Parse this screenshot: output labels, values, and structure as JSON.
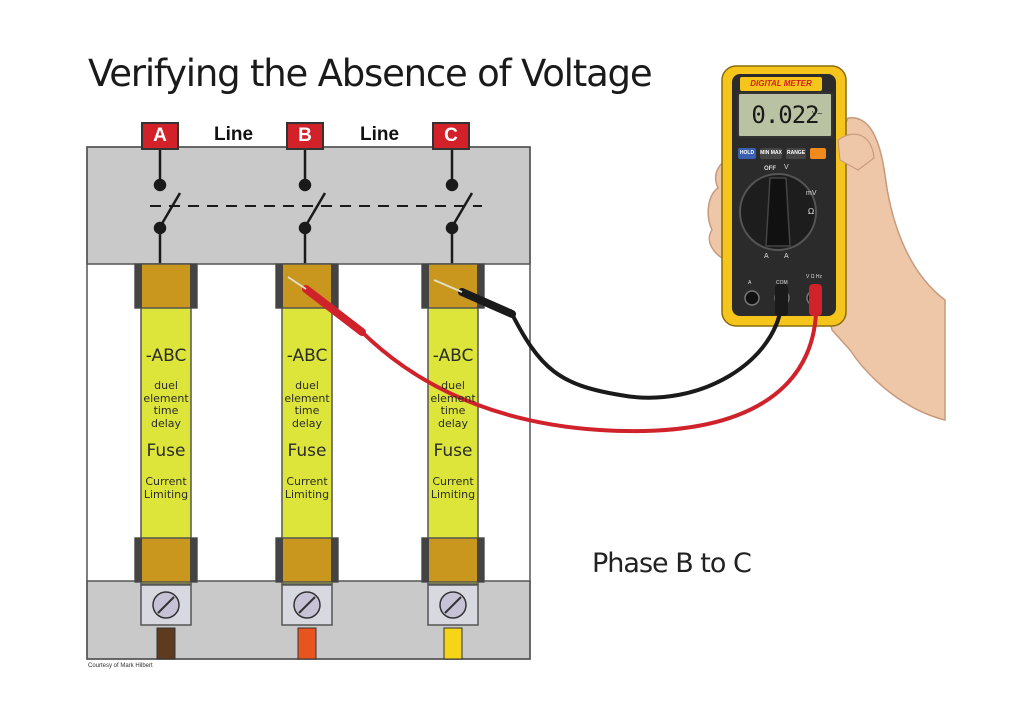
{
  "title": "Verifying the Absence of Voltage",
  "phases": [
    {
      "label": "A",
      "wire_color": "#5c3b1e"
    },
    {
      "label": "B",
      "wire_color": "#e8541e"
    },
    {
      "label": "C",
      "wire_color": "#f5d516"
    }
  ],
  "line_labels": [
    "Line",
    "Line"
  ],
  "fuse": {
    "type": "-ABC",
    "desc": "duel\nelement\ntime\ndelay",
    "name": "Fuse",
    "limiting": "Current\nLimiting"
  },
  "meter": {
    "brand": "DIGITAL METER",
    "reading": "0.022",
    "unit": "V~",
    "buttons": [
      "HOLD",
      "MIN MAX",
      "RANGE"
    ],
    "dial_labels": [
      "OFF",
      "V",
      "mV",
      "Ω",
      "A",
      "A"
    ],
    "jack_labels": [
      "A",
      "COM",
      "V Ω Hz"
    ]
  },
  "caption": "Phase B to C",
  "credit": "Courtesy of Mark Hilbert",
  "colors": {
    "phase_box": "#d3212a",
    "panel": "#c9c9c9",
    "fuse_body": "#dde53a",
    "fuse_cap": "#c9961e",
    "meter_body": "#f6c51c",
    "probe_red": "#d0222b",
    "probe_black": "#1a1a1a"
  }
}
